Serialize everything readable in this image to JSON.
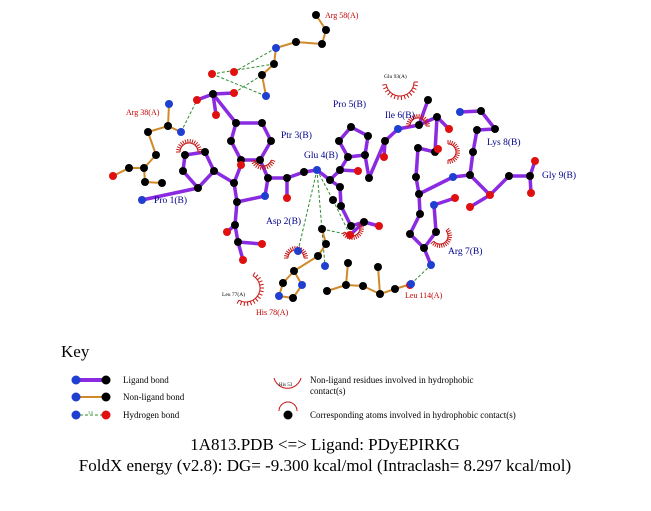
{
  "diagram": {
    "ligand_residues": [
      {
        "id": "pro1",
        "label": "Pro 1(B)"
      },
      {
        "id": "asp2",
        "label": "Asp 2(B)"
      },
      {
        "id": "ptr3",
        "label": "Ptr 3(B)"
      },
      {
        "id": "glu4",
        "label": "Glu 4(B)"
      },
      {
        "id": "pro5",
        "label": "Pro 5(B)"
      },
      {
        "id": "ile6",
        "label": "Ile 6(B)"
      },
      {
        "id": "arg7",
        "label": "Arg 7(B)"
      },
      {
        "id": "lys8",
        "label": "Lys 8(B)"
      },
      {
        "id": "gly9",
        "label": "Gly 9(B)"
      }
    ],
    "receptor_residues": [
      {
        "id": "arg58",
        "label": "Arg 58(A)"
      },
      {
        "id": "arg38",
        "label": "Arg 38(A)"
      },
      {
        "id": "his78",
        "label": "His 78(A)"
      },
      {
        "id": "leu114",
        "label": "Leu 114(A)"
      }
    ],
    "hydrophobic_residues": [
      {
        "id": "glu93",
        "label": "Glu 93(A)"
      },
      {
        "id": "leu77",
        "label": "Leu 77(A)"
      }
    ],
    "colors": {
      "ligand_bond": "#8a2be2",
      "non_ligand_bond": "#d08a2a",
      "hbond": "#2e8b2e",
      "carbon": "#000000",
      "nitrogen": "#1f3fd0",
      "oxygen": "#e01010",
      "hydrophobic": "#c81414"
    }
  },
  "key": {
    "title": "Key",
    "ligand_bond": "Ligand bond",
    "non_ligand_bond": "Non-ligand bond",
    "hydrogen_bond": "Hydrogen bond",
    "hbond_distance": "3.0",
    "hydrophobic_example": "His 53",
    "hydrophobic_residues_l1": "Non-ligand residues involved in hydrophobic",
    "hydrophobic_residues_l2": "contact(s)",
    "hydrophobic_atoms": "Corresponding atoms involved in hydrophobic contact(s)"
  },
  "caption": {
    "line1": "1A813.PDB <=> Ligand: PDyEPIRKG",
    "line2": "FoldX energy (v2.8): DG= -9.300 kcal/mol (Intraclash= 8.297 kcal/mol)"
  }
}
